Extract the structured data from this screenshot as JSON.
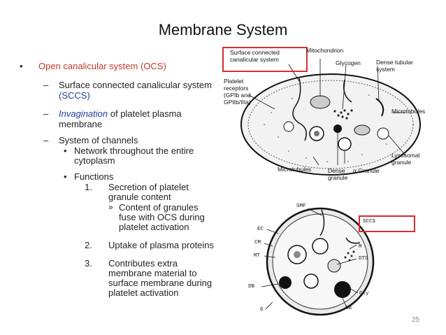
{
  "slide": {
    "title": "Membrane System",
    "page_number": "25"
  },
  "bullets": {
    "main": {
      "marker": "•",
      "text": "Open canalicular system (OCS)"
    },
    "sub1": {
      "marker": "–",
      "line1": "Surface connected canalicular system",
      "line2": "(SCCS)"
    },
    "sub2": {
      "marker": "–",
      "italic": "Invagination",
      "rest": " of platelet plasma",
      "line2": "membrane"
    },
    "sub3": {
      "marker": "–",
      "text": "System of channels"
    },
    "network": {
      "marker": "•",
      "line1": "Network throughout the entire",
      "line2": "cytoplasm"
    },
    "functions": {
      "marker": "•",
      "text": "Functions"
    },
    "f1": {
      "num": "1.",
      "line1": "Secretion of platelet",
      "line2": "granule content"
    },
    "f1_sub": {
      "marker": "»",
      "line1": "Content of granules",
      "line2": "fuse with OCS during",
      "line3": "platelet activation"
    },
    "f2": {
      "num": "2.",
      "text": "Uptake of plasma proteins"
    },
    "f3": {
      "num": "3.",
      "line1": "Contributes extra",
      "line2": "membrane material to",
      "line3": "surface membrane during",
      "line4": "platelet activation"
    }
  },
  "figure_top": {
    "labels": {
      "scs": [
        "Surface connected",
        "canalicular system"
      ],
      "mito": "Mitochondrion",
      "glycogen": "Glycogen",
      "dts": [
        "Dense tubular",
        "system"
      ],
      "receptors": [
        "Platelet",
        "receptors",
        "(GPIb and",
        "GPIIb/IIIa)"
      ],
      "micro_right": "Microtubules",
      "lyso": [
        "Lysosomal",
        "granule"
      ],
      "micro_bottom": "Microtubules",
      "dense": [
        "Dense",
        "granule"
      ],
      "alpha": "α Granule"
    }
  },
  "figure_bottom": {
    "labels": {
      "smf": "SMF",
      "sccs": "SCCS",
      "ec": "EC",
      "cm": "CM",
      "mt": "MT",
      "m": "M",
      "dts": "DTS",
      "gly": "Gly",
      "db_left": "DB",
      "db_right": "DB",
      "g": "G"
    }
  }
}
